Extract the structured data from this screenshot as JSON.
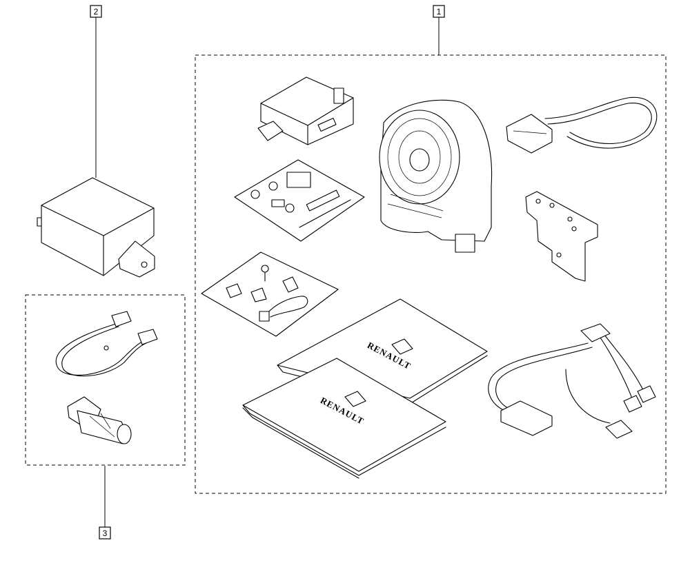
{
  "callouts": {
    "kit": "1",
    "siren_module": "2",
    "sensor_kit": "3"
  },
  "manual_brand": "RENAULT",
  "colors": {
    "line": "#000000",
    "background": "#ffffff"
  }
}
